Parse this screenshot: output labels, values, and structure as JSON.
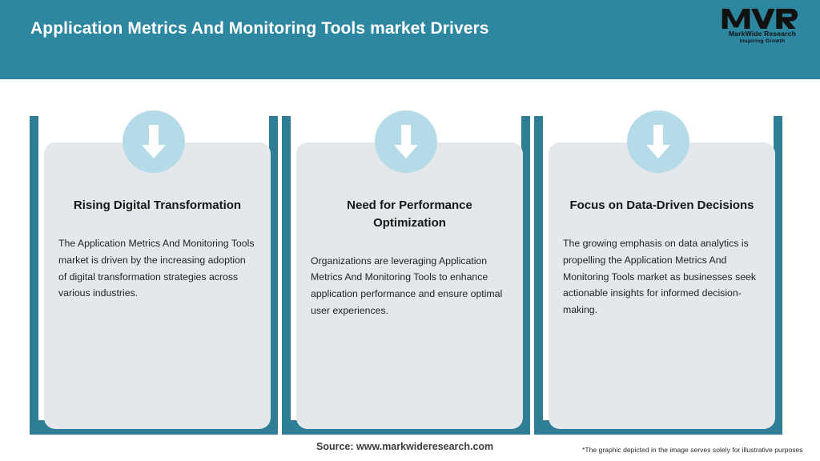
{
  "header": {
    "title": "Application Metrics And Monitoring Tools market Drivers",
    "band_color": "#2e87a0",
    "title_color": "#ffffff"
  },
  "logo": {
    "mark": "MWR",
    "name": "MarkWide Research",
    "tagline": "Inspiring Growth"
  },
  "theme": {
    "accent_teal": "#2e7f96",
    "card_bg": "#e4e8ea",
    "badge_blue": "#b5dbe8",
    "arrow_color": "#ffffff",
    "page_bg": "#ffffff"
  },
  "cards": [
    {
      "icon": "down-arrow-icon",
      "title": "Rising Digital Transformation",
      "body": "The Application Metrics And Monitoring Tools market is driven by the increasing adoption of digital transformation strategies across various industries."
    },
    {
      "icon": "down-arrow-icon",
      "title": "Need for Performance Optimization",
      "body": "Organizations are leveraging Application Metrics And Monitoring Tools to enhance application performance and ensure optimal user experiences."
    },
    {
      "icon": "down-arrow-icon",
      "title": "Focus on Data-Driven Decisions",
      "body": "The growing emphasis on data analytics is propelling the Application Metrics And Monitoring Tools market as businesses seek actionable insights for informed decision-making."
    }
  ],
  "footer": {
    "source": "Source: www.markwideresearch.com",
    "disclaimer": "*The graphic depicted in the image serves solely for illustrative purposes"
  }
}
